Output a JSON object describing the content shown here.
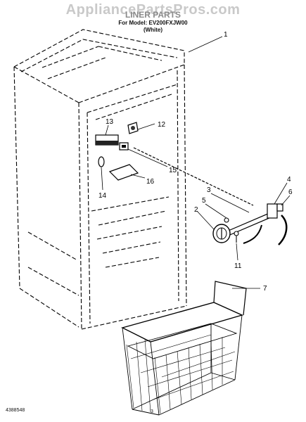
{
  "header": {
    "watermark": "AppliancePartsPros.com",
    "title": "LINER PARTS",
    "model_line": "For Model: EV200FXJW00",
    "variant": "(White)"
  },
  "footer": {
    "doc_number": "4388548",
    "page_number": "3"
  },
  "callouts": {
    "c1": "1",
    "c2": "2",
    "c3": "3",
    "c4": "4",
    "c5": "5",
    "c6": "6",
    "c7": "7",
    "c11": "11",
    "c12": "12",
    "c13": "13",
    "c14": "14",
    "c15": "15",
    "c16": "16"
  }
}
